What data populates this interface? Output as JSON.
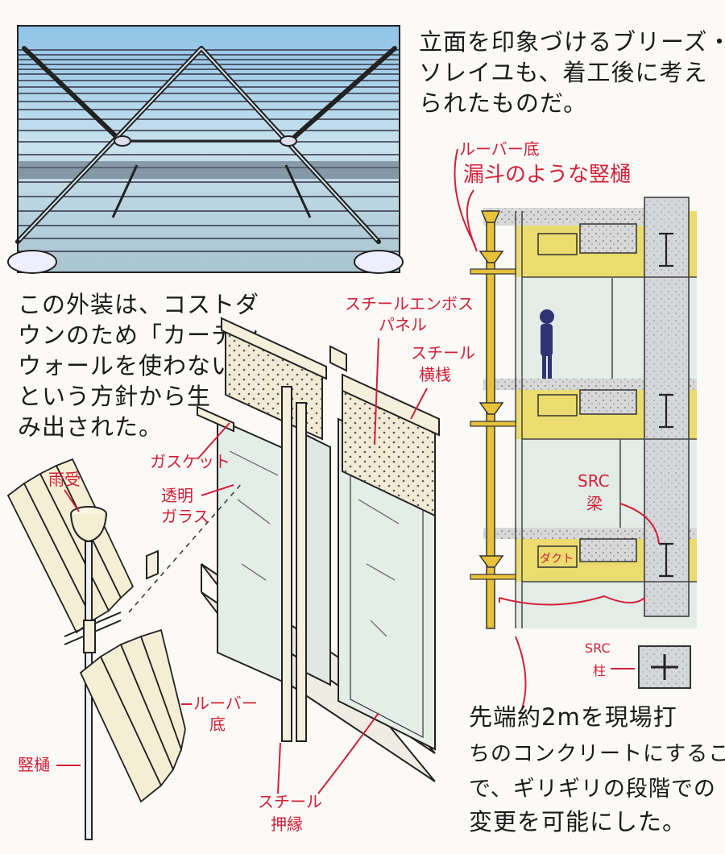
{
  "caption_top": [
    "立面を印象づけるブリーズ・",
    "ソレイユも、着工後に考え",
    "られたものだ。"
  ],
  "caption_left": [
    "この外装は、コストダ",
    "ウンのため「カーテン",
    "ウォールを使わない」",
    "という方針から生",
    "み出された。"
  ],
  "caption_bottom": [
    "先端約2mを現場打",
    "ちのコンクリートにすること",
    "で、ギリギリの段階での",
    "変更を可能にした。"
  ],
  "labels": {
    "louver_bottom_top": "ルーバー底",
    "funnel_downpipe": "漏斗のような竪樋",
    "steel_emboss_panel_1": "スチールエンボス",
    "steel_emboss_panel_2": "パネル",
    "steel_rail_1": "スチール",
    "steel_rail_2": "横桟",
    "gasket": "ガスケット",
    "clear_glass_1": "透明",
    "clear_glass_2": "ガラス",
    "rain_receiver": "雨受",
    "louver_bottom_1": "ルーバー",
    "louver_bottom_2": "底",
    "downpipe": "竪樋",
    "steel_stop_1": "スチール",
    "steel_stop_2": "押縁",
    "src_beam_1": "SRC",
    "src_beam_2": "梁",
    "src_column_1": "SRC",
    "src_column_2": "柱",
    "duct": "ダクト"
  }
}
